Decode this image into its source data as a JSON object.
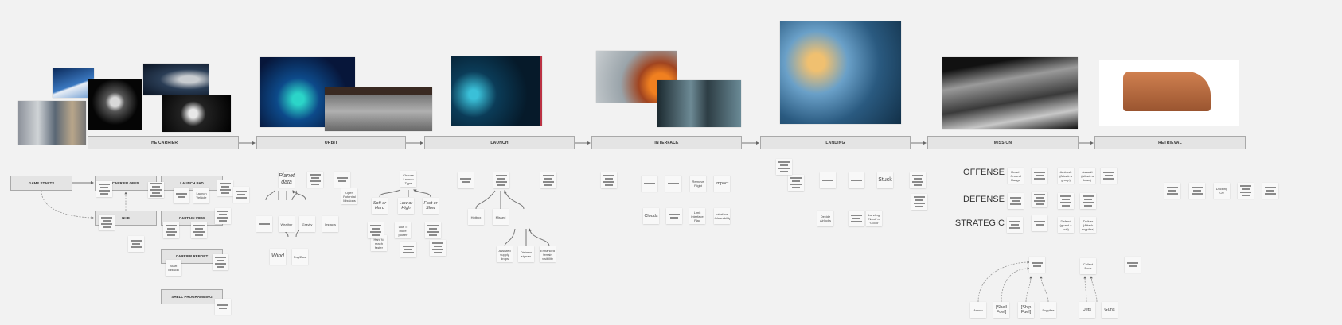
{
  "sections": [
    "THE CARRIER",
    "ORBIT",
    "LAUNCH",
    "INTERFACE",
    "LANDING",
    "MISSION",
    "RETRIEVAL"
  ],
  "flow_boxes": {
    "game_starts": "GAME STARTS",
    "carrier_open": "CARRIER OPEN",
    "hub": "HUB",
    "launch_pad": "LAUNCH PAD",
    "captain_view": "CAPTAIN VIEW",
    "carrier_report": "CARRIER REPORT",
    "shell_programming": "SHELL PROGRAMMING"
  },
  "mission_categories": [
    "OFFENSE",
    "DEFENSE",
    "STRATEGIC"
  ],
  "notes": {
    "launch_vehicle": "Launch Vehicle",
    "start_mission": "Start Mission",
    "planet_data": "Planet data",
    "weather": "Weather",
    "gravity": "Gravity",
    "impacts": "Impacts",
    "wind": "Wind",
    "fog_dust": "Fog/Dust",
    "open_missions": "Open Potential Missions",
    "choose_launch": "Choose Launch Type",
    "soft_hard": "Soft or Hard",
    "low_high": "Low or High",
    "fast_slow": "Fast or Slow",
    "hard_reach": "Hard to reach faster",
    "low_power": "Low = more power",
    "hotbox": "Hotbox",
    "missed": "Missed",
    "assisted_drops": "Assisted supply drops",
    "distress": "Distress signals",
    "terrain": "Enhanced terrain visibility",
    "remove_flight": "Remove Flight",
    "impact": "Impact",
    "clouds": "Clouds",
    "limit_interface": "Limit interface Play",
    "interface_vuln": "Interface Vulnerability",
    "stuck": "Stuck",
    "decide_airlocks": "Decide Airlocks",
    "landing_neat": "Landing \"Neat\" or \"Good\"",
    "reach_ground": "Reach Ground Range",
    "ambush": "Ambush (Attack a group)",
    "assault": "Assault (Attack a base)",
    "defend": "Defend (guard a unit)",
    "deliver": "Deliver (Attack supplies)",
    "collect_pods": "Collect Pods",
    "ammo": "Ammo",
    "shell_fuel": "[Shell Fuel]",
    "ship_fuel": "[Ship Fuel]",
    "supplies": "Supplies",
    "jets": "Jets",
    "guns": "Guns",
    "docking_off": "Docking Off"
  }
}
